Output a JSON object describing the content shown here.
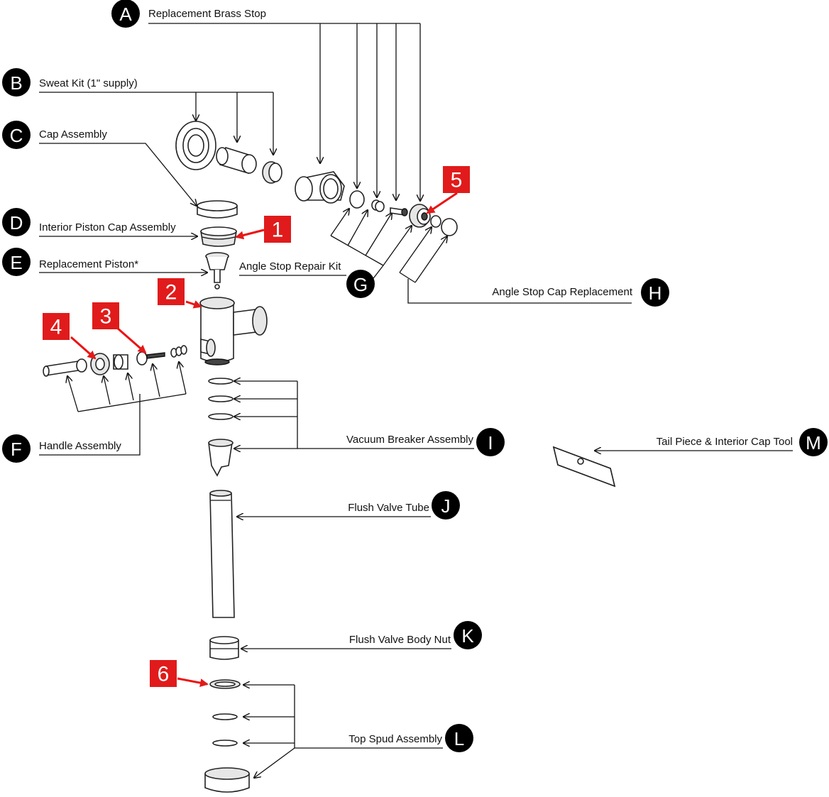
{
  "callouts": [
    {
      "letter": "A",
      "label": "Replacement Brass Stop"
    },
    {
      "letter": "B",
      "label": "Sweat Kit (1\" supply)"
    },
    {
      "letter": "C",
      "label": "Cap Assembly"
    },
    {
      "letter": "D",
      "label": "Interior Piston Cap Assembly"
    },
    {
      "letter": "E",
      "label": "Replacement Piston*"
    },
    {
      "letter": "F",
      "label": "Handle Assembly"
    },
    {
      "letter": "G",
      "label": "Angle Stop Repair Kit"
    },
    {
      "letter": "H",
      "label": "Angle Stop Cap Replacement"
    },
    {
      "letter": "I",
      "label": "Vacuum Breaker Assembly"
    },
    {
      "letter": "J",
      "label": "Flush Valve  Tube"
    },
    {
      "letter": "K",
      "label": "Flush Valve  Body Nut"
    },
    {
      "letter": "L",
      "label": "Top Spud Assembly"
    },
    {
      "letter": "M",
      "label": "Tail Piece & Interior Cap Tool"
    }
  ],
  "markers": [
    "1",
    "2",
    "3",
    "4",
    "5",
    "6"
  ],
  "colors": {
    "marker": "#e11b1b",
    "badge": "#000000",
    "line": "#111111"
  }
}
